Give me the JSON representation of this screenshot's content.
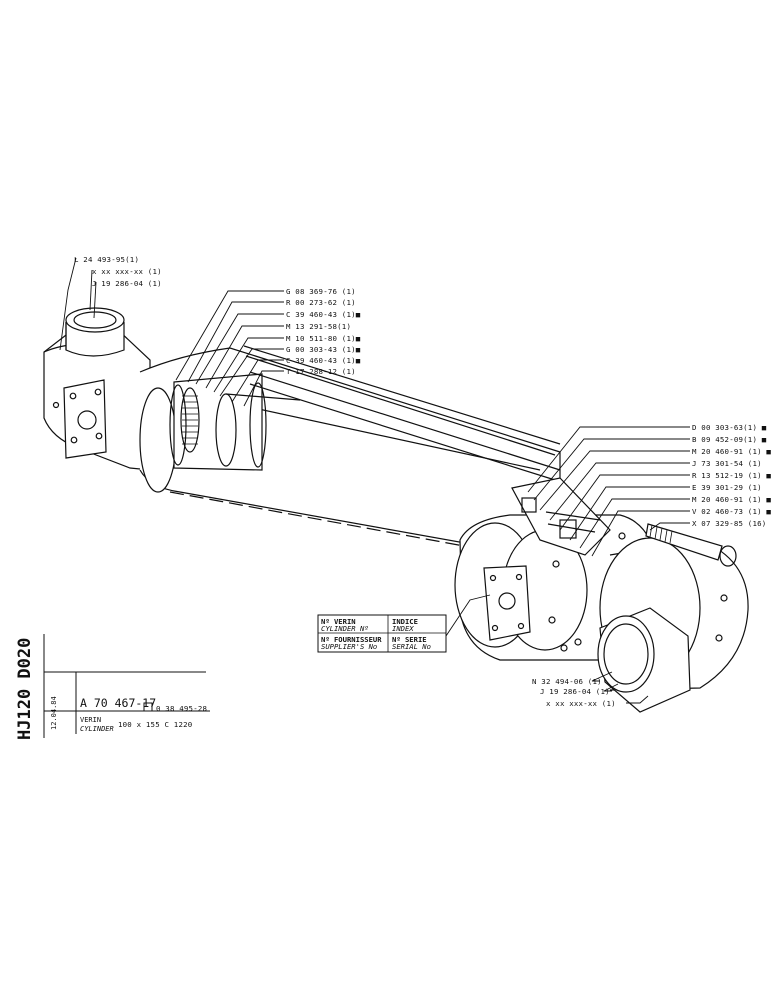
{
  "callouts_left": [
    {
      "id": "L1",
      "text": "L 24 493-95(1)"
    },
    {
      "id": "L2",
      "text": "x xx xxx-xx (1)"
    },
    {
      "id": "L3",
      "text": "J 19 286-04 (1)"
    }
  ],
  "callouts_top": [
    {
      "id": "T1",
      "text": "G 08 369-76 (1)"
    },
    {
      "id": "T2",
      "text": "R 00 273-62 (1)"
    },
    {
      "id": "T3",
      "text": "C 39 460-43 (1)■"
    },
    {
      "id": "T4",
      "text": "M 13 291-58(1)"
    },
    {
      "id": "T5",
      "text": "M 10 511-80 (1)■"
    },
    {
      "id": "T6",
      "text": "G 00 303-43 (1)■"
    },
    {
      "id": "T7",
      "text": "C 39 460-43 (1)■"
    },
    {
      "id": "T8",
      "text": "T 17 288-12 (1)"
    }
  ],
  "callouts_right": [
    {
      "id": "R1",
      "text": "D 00 303-63(1) ■"
    },
    {
      "id": "R2",
      "text": "B 09 452-09(1) ■"
    },
    {
      "id": "R3",
      "text": "M 20 460-91 (1) ■"
    },
    {
      "id": "R4",
      "text": "J 73 301-54 (1)"
    },
    {
      "id": "R5",
      "text": "R 13 512-19 (1) ■"
    },
    {
      "id": "R6",
      "text": "E 39 301-29 (1)"
    },
    {
      "id": "R7",
      "text": "M 20 460-91 (1) ■"
    },
    {
      "id": "R8",
      "text": "V 02 460-73 (1) ■"
    },
    {
      "id": "R9",
      "text": "X 07 329-85 (16)"
    }
  ],
  "callouts_bottom": [
    {
      "id": "B1",
      "text": "N 32 494-06 (1)"
    },
    {
      "id": "B2",
      "text": "J 19 286-04 (1)"
    },
    {
      "id": "B3",
      "text": "x xx xxx-xx (1)"
    }
  ],
  "info_box": {
    "cylinder_no_fr": "Nº VERIN",
    "cylinder_no_en": "CYLINDER Nº",
    "index_fr": "INDICE",
    "index_en": "INDEX",
    "supplier_fr": "Nº FOURNISSEUR",
    "supplier_en": "SUPPLIER'S No",
    "serial_fr": "Nº SERIE",
    "serial_en": "SERIAL No"
  },
  "title_block": {
    "side_code": "HJ120 D020",
    "side_date": "12.04.84",
    "part_number": "A 70 467-17",
    "ref_number": "0 38 495-28",
    "name_fr": "VERIN",
    "name_en": "CYLINDER",
    "spec": "100 x 155   C 1220"
  }
}
